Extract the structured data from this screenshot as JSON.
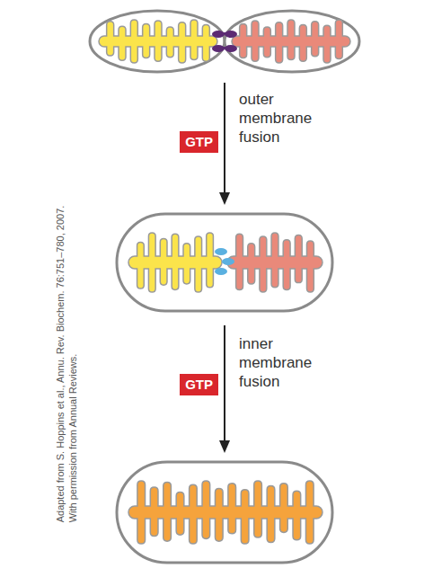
{
  "diagram": {
    "nodes": [
      {
        "text": [
          "GTP"
        ]
      },
      {
        "text": [
          "GTP"
        ]
      }
    ],
    "labels": [
      "outer membrane fusion",
      "inner membrane fusion",
      "Adapted from S. Hoppins et al., Annu. Rev. Biochem. 76:751–780, 2007.",
      "With permission from Annual Reviews."
    ]
  }
}
